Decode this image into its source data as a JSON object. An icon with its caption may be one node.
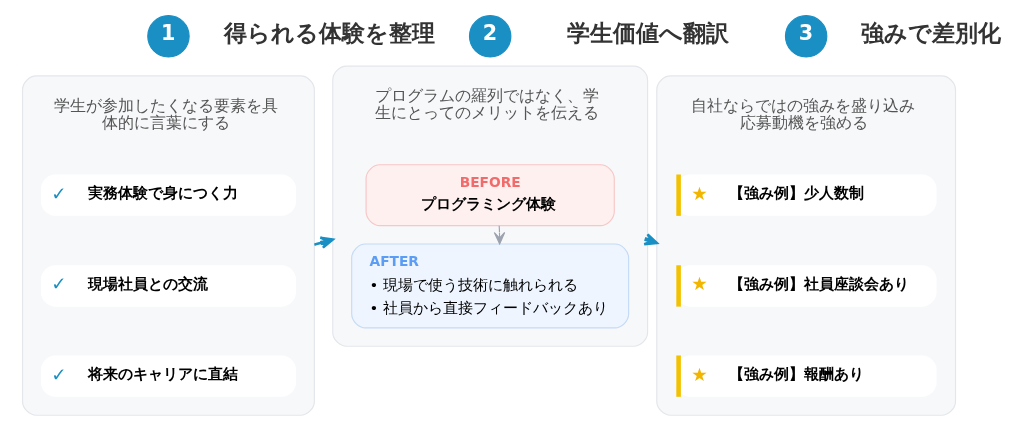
{
  "diagram": {
    "nodes": [
      {
        "text": [
          "1"
        ],
        "beside": [
          "得られる体験を整理"
        ]
      },
      {
        "text": [
          "学生が参加したくなる要素を具体的に言葉にする"
        ]
      },
      {
        "text": [
          "✓",
          "実務体験で身につく力"
        ],
        "in": 1
      },
      {
        "text": [
          "✓",
          "現場社員との交流"
        ],
        "in": 1
      },
      {
        "text": [
          "✓",
          "将来のキャリアに直結"
        ],
        "in": 1
      },
      {
        "text": [
          "2"
        ],
        "beside": [
          "学生価値へ翻訳"
        ]
      },
      {
        "text": [
          "プログラムの羅列ではなく、学生にとってのメリットを伝える"
        ]
      },
      {
        "text": [
          "BEFORE",
          "プログラミング体験"
        ],
        "in": 6
      },
      {
        "text": [
          "AFTER",
          "• 現場で使う技術に触れられる",
          "• 社員から直接フィードバックあり"
        ],
        "in": 6
      },
      {
        "text": [
          "3"
        ],
        "beside": [
          "強みで差別化"
        ]
      },
      {
        "text": [
          "自社ならではの強みを盛り込み応募動機を強める"
        ]
      },
      {
        "text": [
          "★ 【強み例】少人数制"
        ],
        "in": 10
      },
      {
        "text": [
          "★ 【強み例】社員座談会あり"
        ],
        "in": 10
      },
      {
        "text": [
          "★ 【強み例】報酬あり"
        ],
        "in": 10
      }
    ],
    "edges": [
      {
        "from": 1,
        "to": 6,
        "arrow": "to"
      },
      {
        "from": 7,
        "to": 8,
        "arrow": "to",
        "color": "#9ca3af"
      },
      {
        "from": 6,
        "to": 10,
        "arrow": "to"
      }
    ]
  }
}
